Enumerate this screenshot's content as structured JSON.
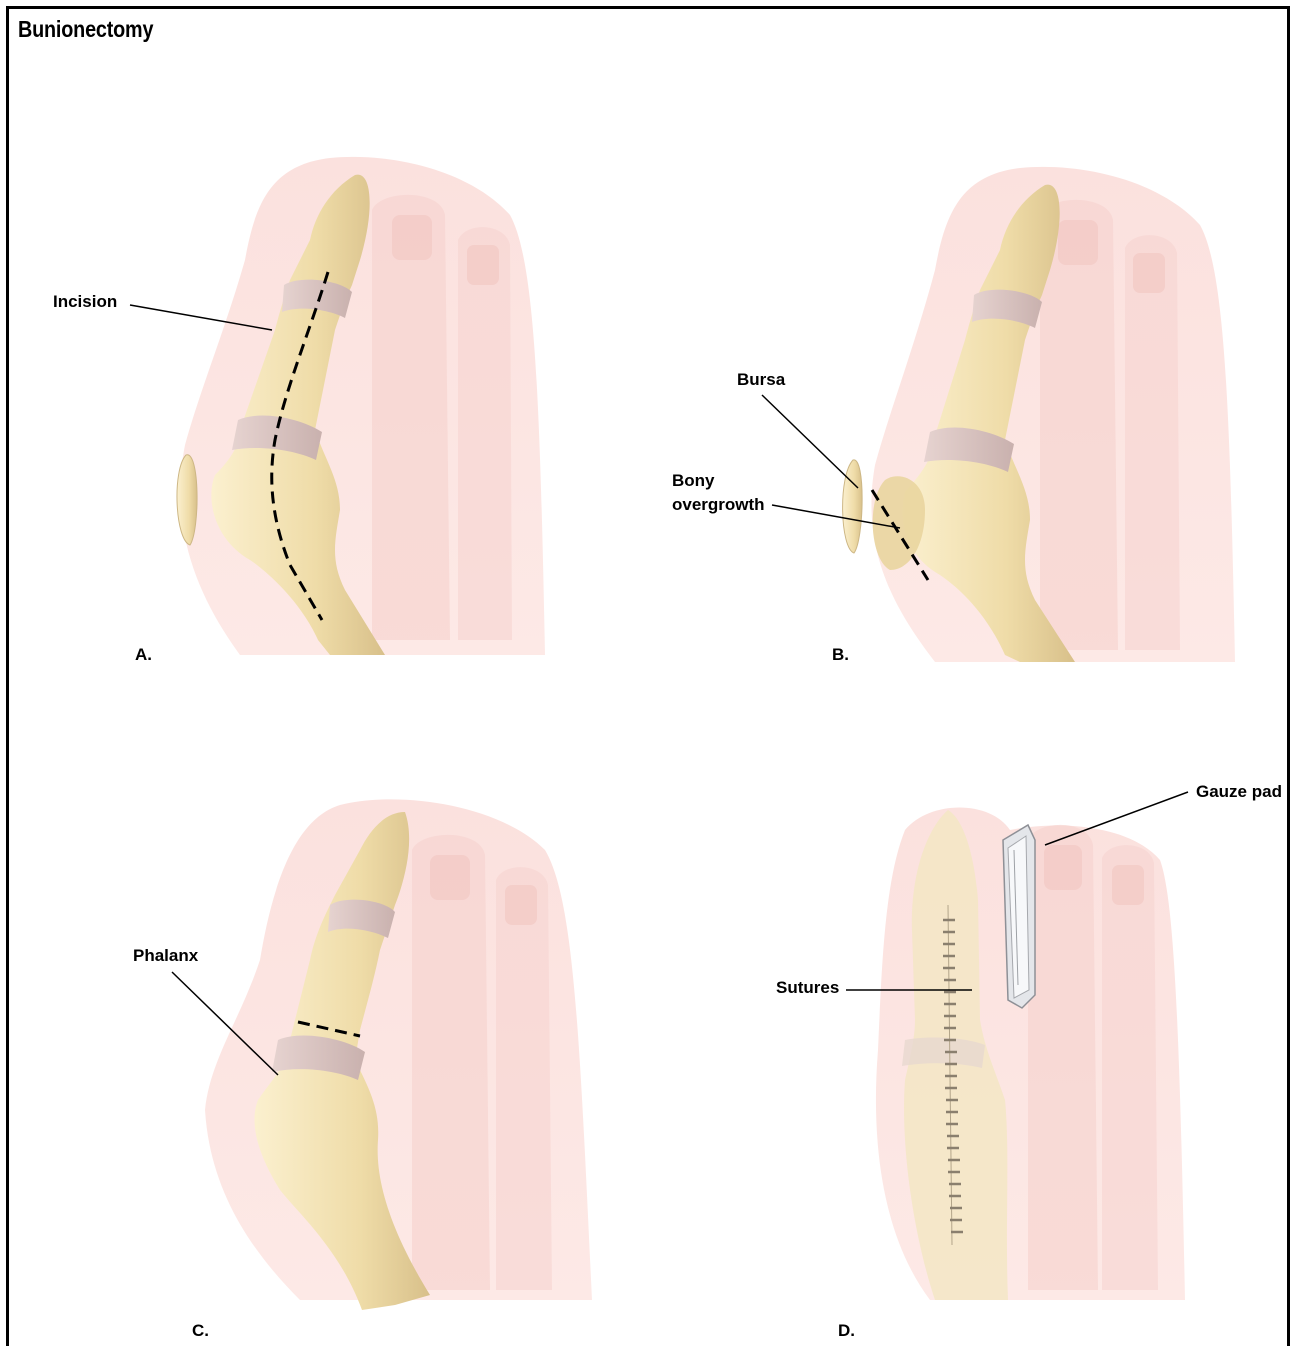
{
  "title": "Bunionectomy",
  "panels": [
    {
      "id": "A",
      "letter": "A.",
      "labels": [
        "Incision"
      ]
    },
    {
      "id": "B",
      "letter": "B.",
      "labels": [
        "Bursa",
        "Bony",
        "overgrowth"
      ]
    },
    {
      "id": "C",
      "letter": "C.",
      "labels": [
        "Phalanx"
      ]
    },
    {
      "id": "D",
      "letter": "D.",
      "labels": [
        "Sutures",
        "Gauze pad"
      ]
    }
  ],
  "colors": {
    "skin": "#fbe3e0",
    "skin_edge": "#f3cdc9",
    "bone": "#f1e1b4",
    "bone_shadow": "#ddc78e",
    "cartilage": "#d9c3c1",
    "line": "#000000"
  }
}
